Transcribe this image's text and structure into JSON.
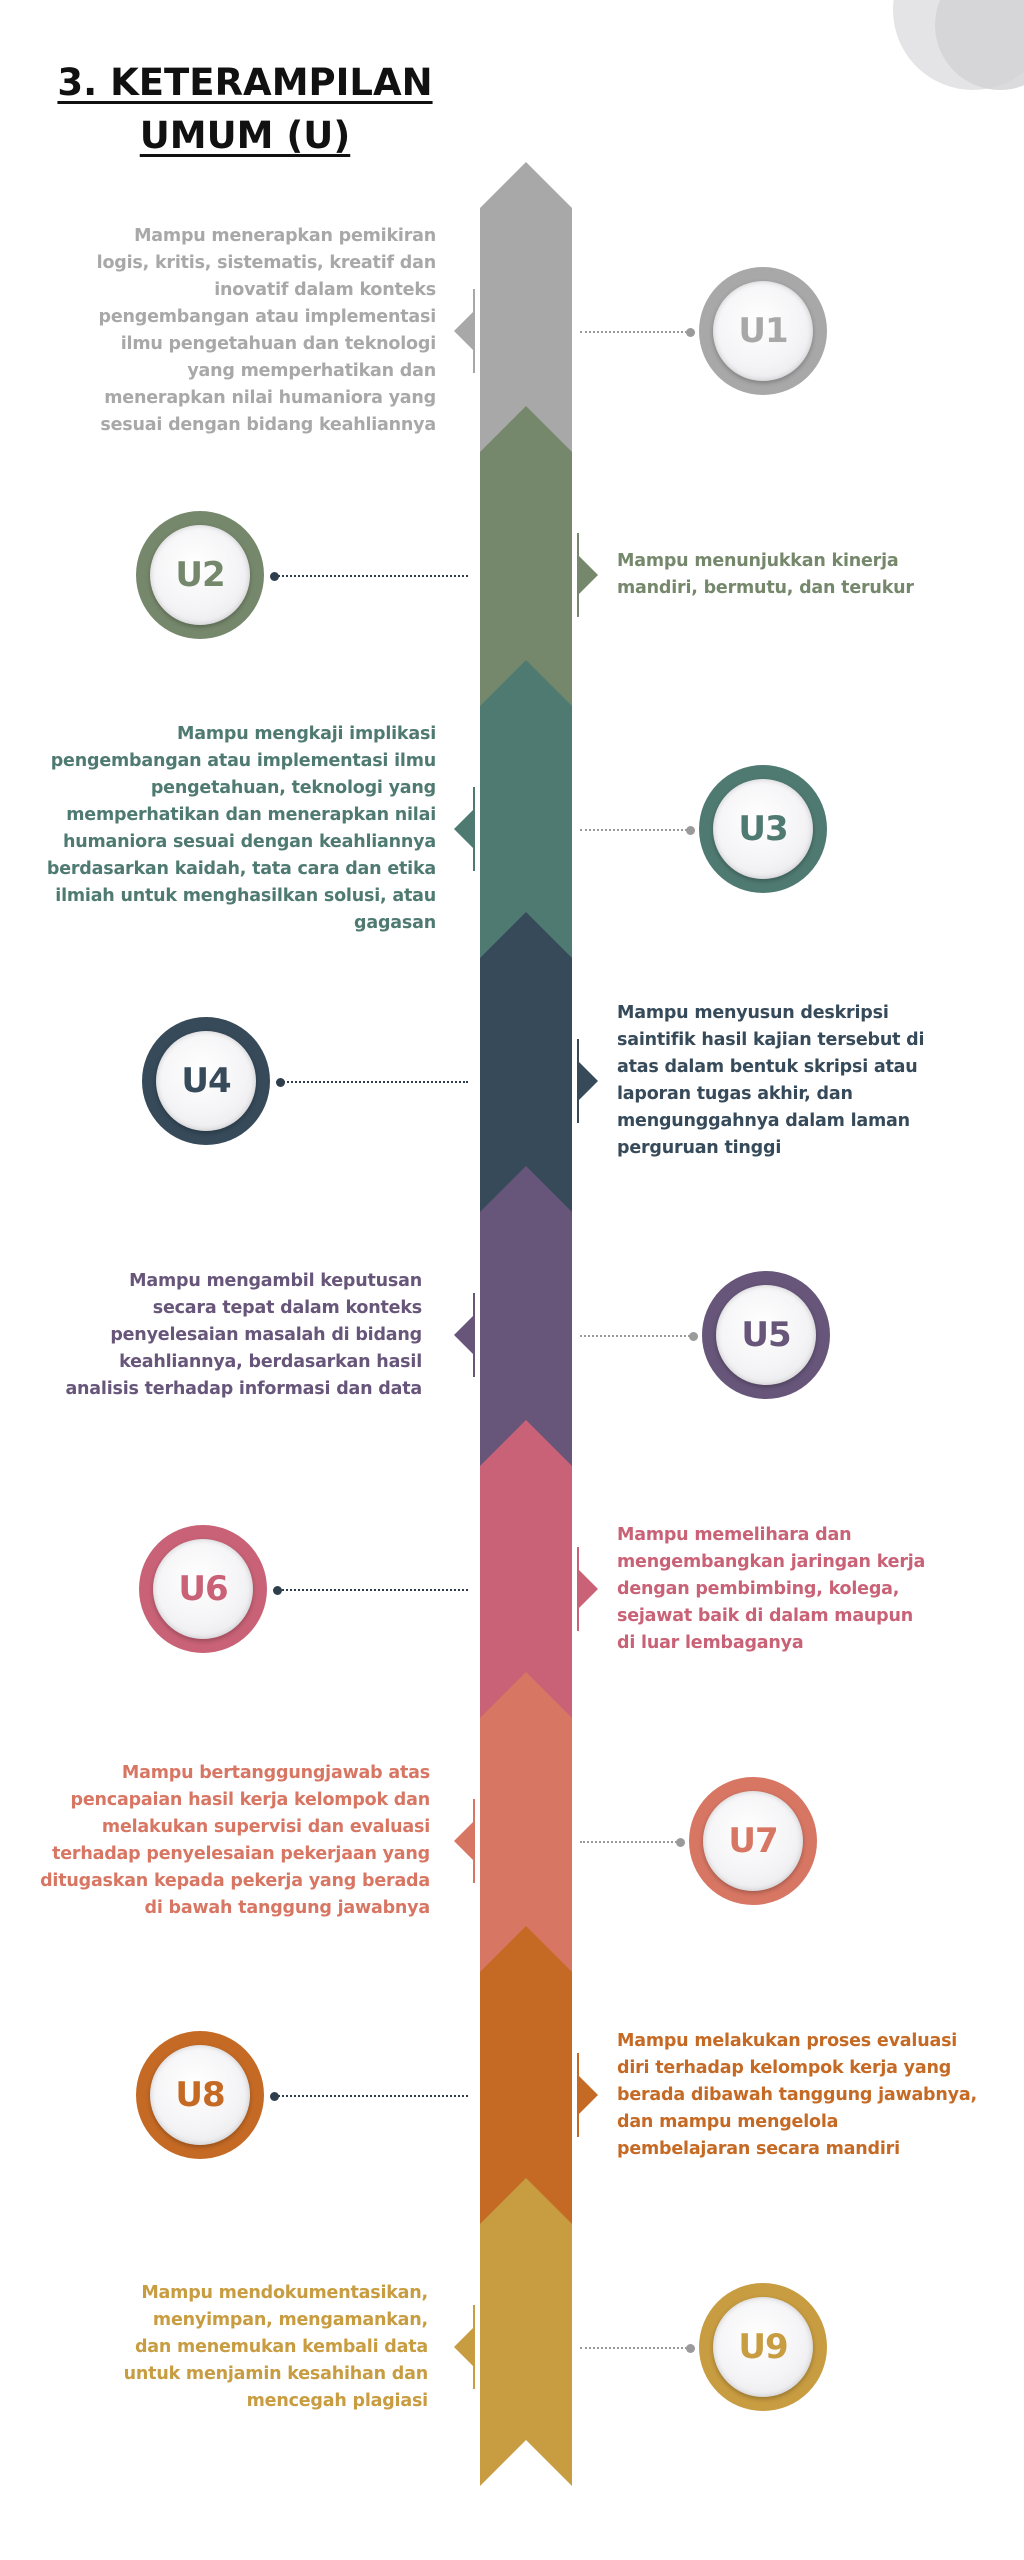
{
  "title": {
    "line1": "3. KETERAMPILAN",
    "line2": "UMUM (U)"
  },
  "items": [
    {
      "code": "U1",
      "color": "#a8a8a8",
      "side": "left",
      "text": "Mampu menerapkan pemikiran logis, kritis, sistematis, kreatif dan inovatif dalam konteks pengembangan atau implementasi ilmu pengetahuan dan teknologi yang memperhatikan dan menerapkan nilai humaniora yang sesuai dengan bidang keahliannya"
    },
    {
      "code": "U2",
      "color": "#76886c",
      "side": "right",
      "text": "Mampu menunjukkan kinerja mandiri, bermutu, dan terukur"
    },
    {
      "code": "U3",
      "color": "#4f7a72",
      "side": "left",
      "text": "Mampu mengkaji implikasi pengembangan atau implementasi ilmu pengetahuan, teknologi yang memperhatikan dan menerapkan nilai humaniora sesuai dengan keahliannya berdasarkan kaidah, tata cara dan etika ilmiah untuk menghasilkan solusi, atau gagasan"
    },
    {
      "code": "U4",
      "color": "#364a5a",
      "side": "right",
      "text": "Mampu menyusun deskripsi saintifik hasil kajian tersebut di atas dalam bentuk skripsi atau laporan tugas akhir, dan mengunggahnya dalam laman perguruan tinggi"
    },
    {
      "code": "U5",
      "color": "#67567a",
      "side": "left",
      "text": "Mampu mengambil keputusan secara tepat dalam konteks penyelesaian masalah di bidang keahliannya, berdasarkan hasil analisis terhadap informasi dan data"
    },
    {
      "code": "U6",
      "color": "#c96276",
      "side": "right",
      "text": "Mampu memelihara dan mengembangkan jaringan kerja dengan pembimbing, kolega, sejawat baik di dalam maupun di luar lembaganya"
    },
    {
      "code": "U7",
      "color": "#d87664",
      "side": "left",
      "text": "Mampu bertanggungjawab atas pencapaian hasil kerja kelompok dan melakukan supervisi dan evaluasi terhadap penyelesaian pekerjaan yang ditugaskan kepada pekerja yang berada di bawah tanggung jawabnya"
    },
    {
      "code": "U8",
      "color": "#c56a25",
      "side": "right",
      "text": "Mampu melakukan proses evaluasi diri terhadap kelompok kerja yang berada dibawah tanggung jawabnya, dan mampu mengelola pembelajaran secara mandiri"
    },
    {
      "code": "U9",
      "color": "#c89c40",
      "side": "left",
      "text": "Mampu mendokumentasikan, menyimpan, mengamankan, dan menemukan kembali data untuk menjamin kesahihan dan mencegah plagiasi"
    }
  ]
}
